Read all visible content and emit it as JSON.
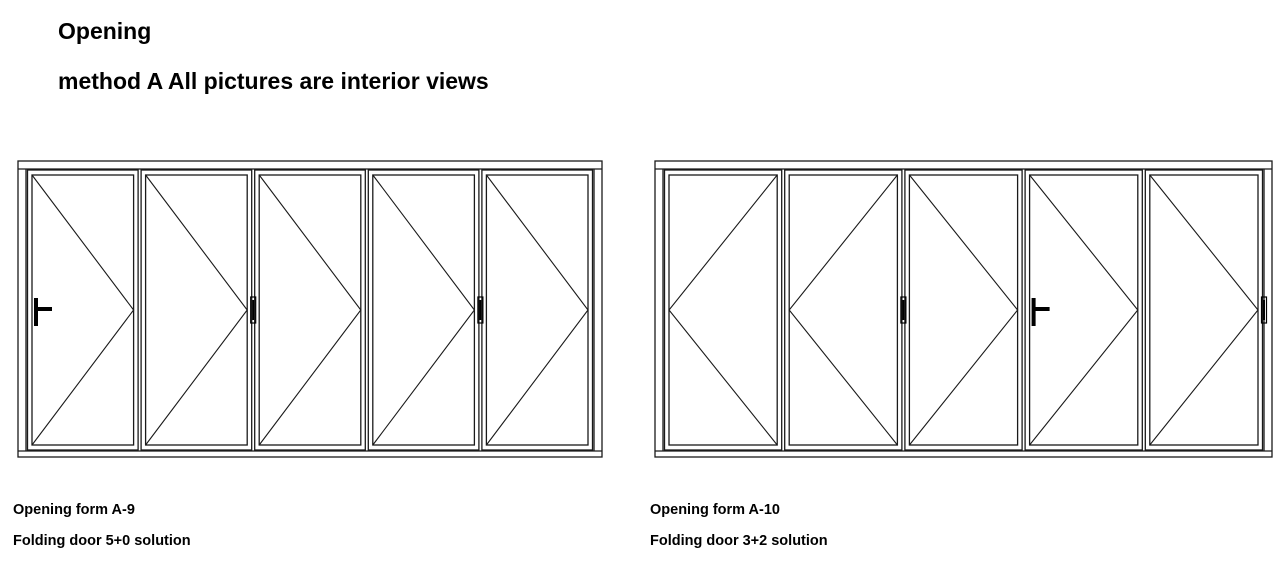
{
  "header": {
    "title": "Opening",
    "subtitle": "method A All pictures are interior views"
  },
  "diagrams": [
    {
      "form_label": "Opening form A-9",
      "solution_label": "Folding door 5+0 solution",
      "panel_count": 5,
      "panel_openings": [
        "right",
        "right",
        "right",
        "right",
        "right"
      ],
      "handles": [
        {
          "after_panel": 0,
          "type": "lever"
        },
        {
          "after_panel": 2,
          "type": "flush"
        },
        {
          "after_panel": 4,
          "type": "flush"
        }
      ]
    },
    {
      "form_label": "Opening form A-10",
      "solution_label": "Folding door 3+2 solution",
      "panel_count": 5,
      "panel_openings": [
        "left",
        "left",
        "right",
        "right",
        "right"
      ],
      "handles": [
        {
          "after_panel": 2,
          "type": "flush"
        },
        {
          "after_panel": 3,
          "type": "lever"
        },
        {
          "after_panel": 5,
          "type": "flush"
        }
      ]
    }
  ],
  "colors": {
    "line": "#1a1a1a",
    "handle": "#000000",
    "background": "#ffffff"
  }
}
